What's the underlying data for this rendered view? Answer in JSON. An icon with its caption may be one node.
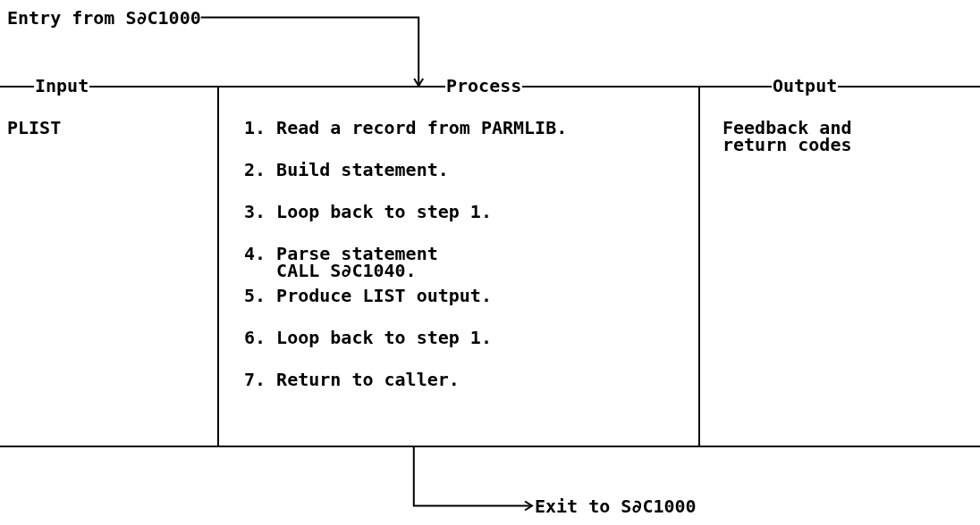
{
  "diagram": {
    "nodes": [
      {
        "text": [
          "Entry from S∂C1000"
        ]
      },
      {
        "text": [
          "Input",
          "PLIST"
        ]
      },
      {
        "text": [
          "Process",
          "1. Read a record from PARMLIB.",
          "2. Build statement.",
          "3. Loop back to step 1.",
          "4. Parse statement CALL S∂C1040.",
          "5. Produce LIST output.",
          "6. Loop back to step 1.",
          "7. Return to caller."
        ]
      },
      {
        "text": [
          "Output",
          "Feedback and return codes"
        ]
      },
      {
        "text": [
          "Exit to S∂C1000"
        ]
      }
    ],
    "edges": [
      {
        "from": 0,
        "to": 2,
        "arrow": "to"
      },
      {
        "from": 2,
        "to": 4,
        "arrow": "to"
      }
    ]
  }
}
